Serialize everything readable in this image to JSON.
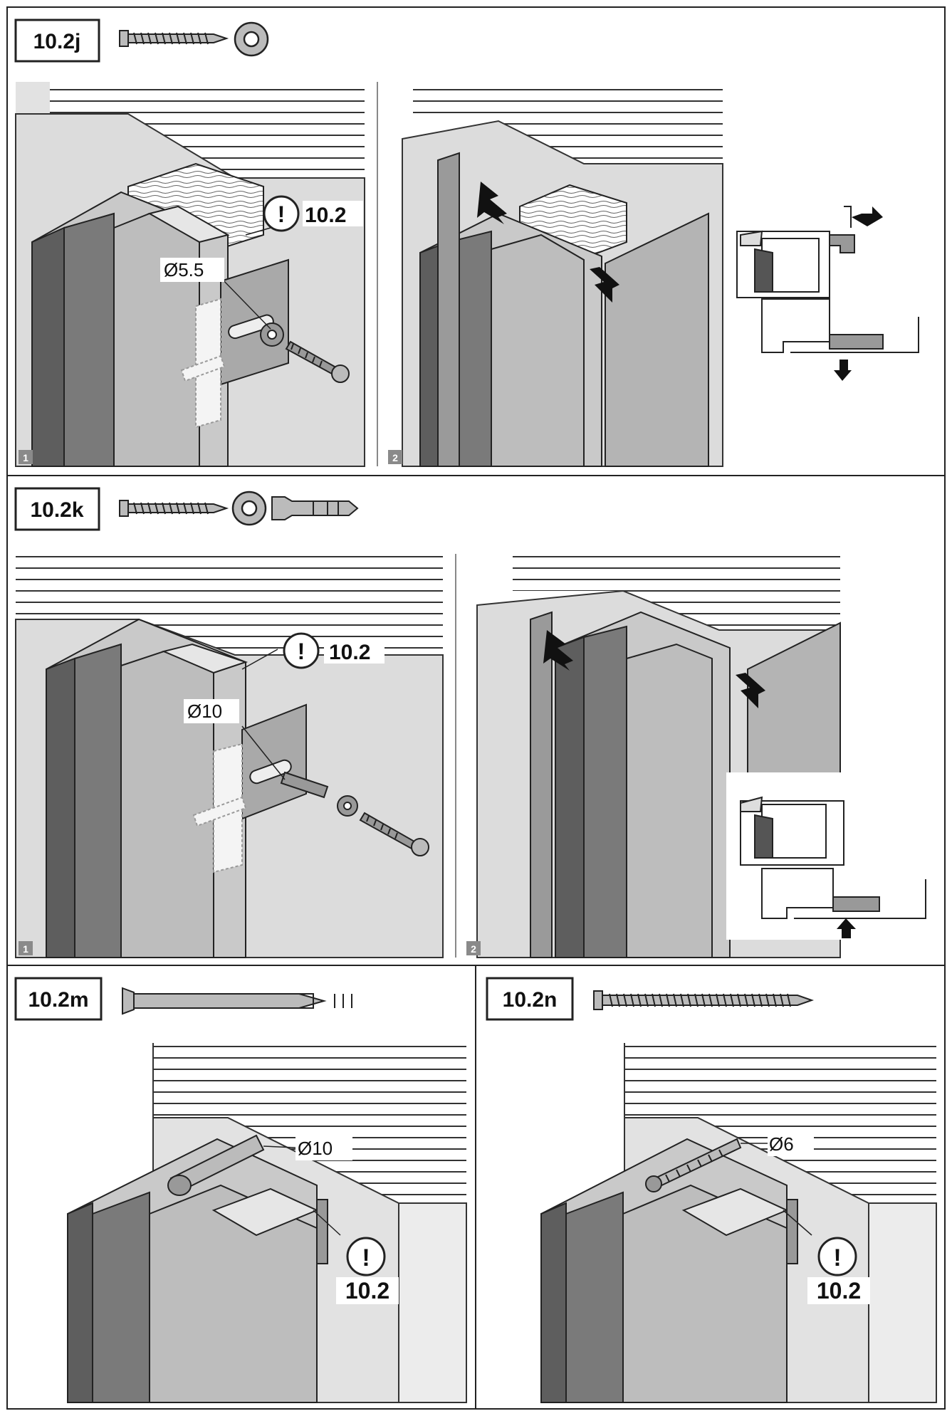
{
  "sections": {
    "j": {
      "title": "10.2j",
      "panel1": {
        "step": "1",
        "note": "10.2",
        "diameter": "Ø5.5"
      },
      "panel2": {
        "step": "2"
      }
    },
    "k": {
      "title": "10.2k",
      "panel1": {
        "step": "1",
        "note": "10.2",
        "diameter": "Ø10"
      },
      "panel2": {
        "step": "2"
      }
    },
    "m": {
      "title": "10.2m",
      "diameter": "Ø10",
      "note": "10.2"
    },
    "n": {
      "title": "10.2n",
      "diameter": "Ø6",
      "note": "10.2"
    }
  },
  "colors": {
    "frame": "#a9a9a9",
    "frame_light": "#cfcfcf",
    "frame_dark": "#5e5e5e",
    "wall": "#dcdcdc",
    "wall_light": "#ececec",
    "outline": "#222222",
    "step_badge": "#8a8a8a"
  },
  "icons": {
    "warning": "exclamation-circle-icon",
    "screw": "screw-icon",
    "washer": "washer-icon",
    "dowel": "wall-plug-icon",
    "frame_anchor": "frame-anchor-icon"
  }
}
